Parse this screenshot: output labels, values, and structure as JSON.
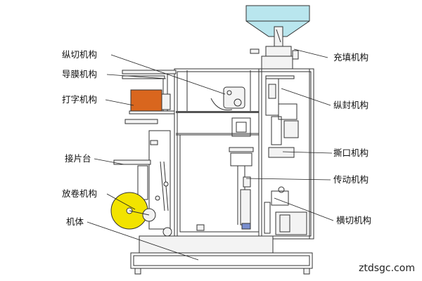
{
  "labels": {
    "longitudinal_cutting": "纵切机构",
    "film_guide": "导膜机构",
    "printing": "打字机构",
    "splicing_table": "接片台",
    "unwinding": "放卷机构",
    "machine_body": "机体",
    "filling": "充填机构",
    "longitudinal_sealing": "纵封机构",
    "tearing_notch": "撕口机构",
    "transmission": "传动机构",
    "transverse_cutting": "横切机构"
  },
  "watermark": "ztdsgc.com",
  "colors": {
    "hopper": "#b9e6ee",
    "printer": "#d9661e",
    "film_roll": "#f2e300",
    "frame_blue": "#7a8fcf",
    "line": "#222222"
  }
}
